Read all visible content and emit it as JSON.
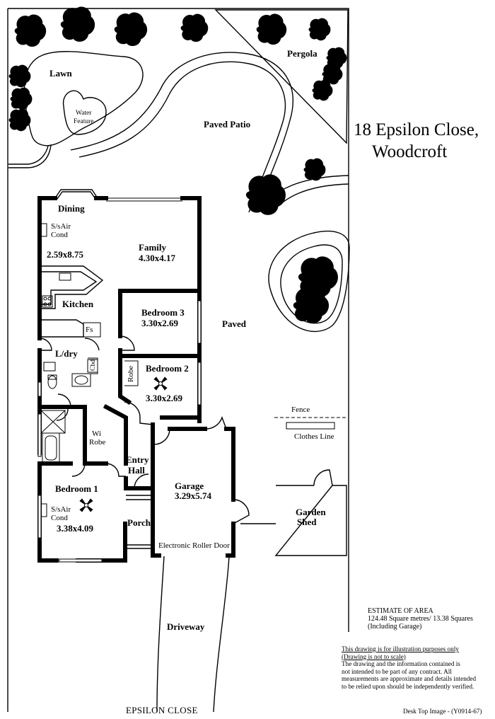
{
  "address": {
    "line1": "18 Epsilon Close,",
    "line2": "Woodcroft"
  },
  "street": "EPSILON CLOSE",
  "outdoor": {
    "lawn": "Lawn",
    "water_feature_1": "Water",
    "water_feature_2": "Feature",
    "pergola": "Pergola",
    "paved_patio": "Paved Patio",
    "paved": "Paved",
    "fence": "Fence",
    "clothes_line": "Clothes Line",
    "driveway": "Driveway",
    "garden_shed_1": "Garden",
    "garden_shed_2": "Shed"
  },
  "rooms": {
    "dining": "Dining",
    "dining_aircon_1": "S/sAir",
    "dining_aircon_2": "Cond",
    "dining_size": "2.59x8.75",
    "family": "Family",
    "family_size": "4.30x4.17",
    "kitchen": "Kitchen",
    "fs": "Fs",
    "bedroom3": "Bedroom 3",
    "bedroom3_size": "3.30x2.69",
    "laundry": "L/dry",
    "cbd": "Cbd",
    "robe": "Robe",
    "bedroom2": "Bedroom 2",
    "bedroom2_size": "3.30x2.69",
    "wi_robe_1": "Wi",
    "wi_robe_2": "Robe",
    "entry_1": "Entry",
    "entry_2": "Hall",
    "bedroom1": "Bedroom 1",
    "bedroom1_aircon_1": "S/sAir",
    "bedroom1_aircon_2": "Cond",
    "bedroom1_size": "3.38x4.09",
    "porch": "Porch",
    "garage": "Garage",
    "garage_size": "3.29x5.74",
    "roller_door": "Electronic Roller Door"
  },
  "estimate": {
    "title": "ESTIMATE OF AREA",
    "line1": "124.48 Square metres/  13.38 Squares",
    "line2": "(Including Garage)"
  },
  "disclaimer": {
    "line1": "This drawing is for illustration purposes only",
    "line2": "(Drawing is not to scale)",
    "line3": "The drawing and the information contained is",
    "line4": "not intended to be part of any contract.  All",
    "line5": "measurements are approximate and details intended",
    "line6": "to be relied upon should be independently verified."
  },
  "reference": "Desk Top Image - (Y0914-67)"
}
